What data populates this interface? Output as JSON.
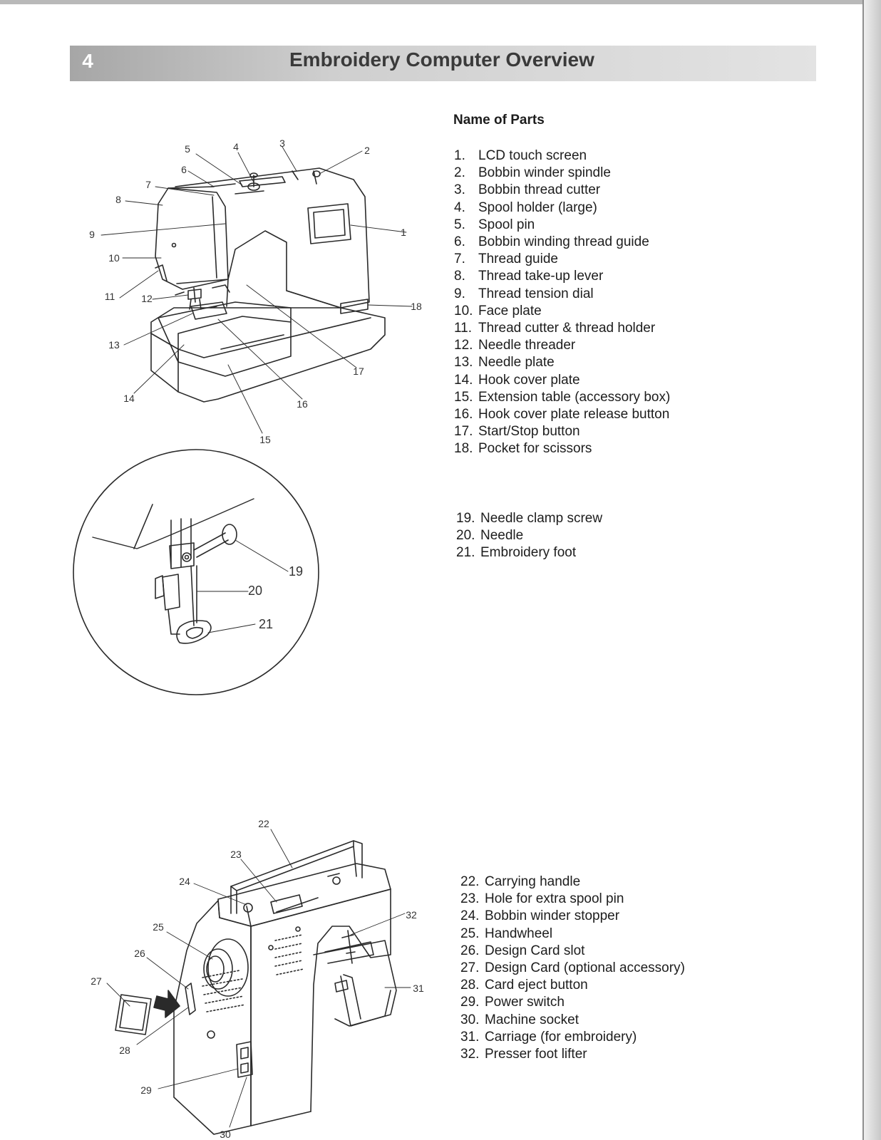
{
  "header": {
    "chapter_number": "4",
    "title": "Embroidery Computer Overview"
  },
  "section_title": "Name of Parts",
  "parts_group_1": [
    {
      "num": "1.",
      "label": "LCD touch screen"
    },
    {
      "num": "2.",
      "label": "Bobbin winder spindle"
    },
    {
      "num": "3.",
      "label": "Bobbin thread cutter"
    },
    {
      "num": "4.",
      "label": "Spool holder (large)"
    },
    {
      "num": "5.",
      "label": "Spool pin"
    },
    {
      "num": "6.",
      "label": "Bobbin winding thread guide"
    },
    {
      "num": "7.",
      "label": "Thread guide"
    },
    {
      "num": "8.",
      "label": "Thread take-up lever"
    },
    {
      "num": "9.",
      "label": "Thread tension dial"
    },
    {
      "num": "10.",
      "label": "Face plate"
    },
    {
      "num": "11.",
      "label": "Thread cutter & thread holder"
    },
    {
      "num": "12.",
      "label": "Needle threader"
    },
    {
      "num": "13.",
      "label": "Needle plate"
    },
    {
      "num": "14.",
      "label": "Hook cover plate"
    },
    {
      "num": "15.",
      "label": "Extension table (accessory box)"
    },
    {
      "num": "16.",
      "label": "Hook cover plate release button"
    },
    {
      "num": "17.",
      "label": "Start/Stop button"
    },
    {
      "num": "18.",
      "label": "Pocket for scissors"
    }
  ],
  "parts_group_2": [
    {
      "num": "19.",
      "label": "Needle clamp screw"
    },
    {
      "num": "20.",
      "label": "Needle"
    },
    {
      "num": "21.",
      "label": "Embroidery foot"
    }
  ],
  "parts_group_3": [
    {
      "num": "22.",
      "label": "Carrying handle"
    },
    {
      "num": "23.",
      "label": "Hole for extra spool pin"
    },
    {
      "num": "24.",
      "label": "Bobbin winder stopper"
    },
    {
      "num": "25.",
      "label": "Handwheel"
    },
    {
      "num": "26.",
      "label": "Design Card slot"
    },
    {
      "num": "27.",
      "label": "Design Card (optional accessory)"
    },
    {
      "num": "28.",
      "label": "Card eject button"
    },
    {
      "num": "29.",
      "label": "Power switch"
    },
    {
      "num": "30.",
      "label": "Machine socket"
    },
    {
      "num": "31.",
      "label": "Carriage (for embroidery)"
    },
    {
      "num": "32.",
      "label": "Presser foot lifter"
    }
  ],
  "callouts_front": [
    "5",
    "4",
    "3",
    "2",
    "6",
    "7",
    "8",
    "9",
    "1",
    "10",
    "11",
    "12",
    "18",
    "13",
    "17",
    "14",
    "16",
    "15"
  ],
  "callouts_needle": [
    "19",
    "20",
    "21"
  ],
  "callouts_rear": [
    "22",
    "23",
    "24",
    "32",
    "25",
    "26",
    "27",
    "31",
    "28",
    "29",
    "30"
  ]
}
